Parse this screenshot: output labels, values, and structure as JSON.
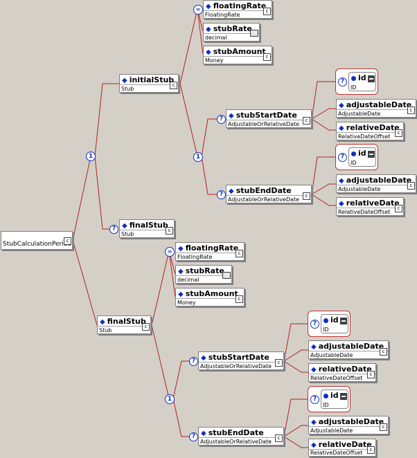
{
  "root": {
    "label": "StubCalculationPeriod"
  },
  "elements": {
    "initialStub": {
      "name": "initialStub",
      "type": "Stub"
    },
    "finalStubOpt": {
      "name": "finalStub",
      "type": "Stub"
    },
    "finalStub": {
      "name": "finalStub",
      "type": "Stub"
    },
    "floatingRate1": {
      "name": "floatingRate",
      "type": "FloatingRate"
    },
    "stubRate1": {
      "name": "stubRate",
      "type": "decimal"
    },
    "stubAmount1": {
      "name": "stubAmount",
      "type": "Money"
    },
    "stubStartDate1": {
      "name": "stubStartDate",
      "type": "AdjustableOrRelativeDate"
    },
    "stubEndDate1": {
      "name": "stubEndDate",
      "type": "AdjustableOrRelativeDate"
    },
    "floatingRate2": {
      "name": "floatingRate",
      "type": "FloatingRate"
    },
    "stubRate2": {
      "name": "stubRate",
      "type": "decimal"
    },
    "stubAmount2": {
      "name": "stubAmount",
      "type": "Money"
    },
    "stubStartDate2": {
      "name": "stubStartDate",
      "type": "AdjustableOrRelativeDate"
    },
    "stubEndDate2": {
      "name": "stubEndDate",
      "type": "AdjustableOrRelativeDate"
    },
    "adjustableDate": {
      "name": "adjustableDate",
      "type": "AdjustableDate"
    },
    "relativeDate": {
      "name": "relativeDate",
      "type": "RelativeDateOffset"
    },
    "id": {
      "name": "id",
      "type": "ID"
    }
  },
  "symbols": {
    "optional": "?",
    "choice": "1",
    "choice_range_top": "1",
    "choice_range_bottom": "∞",
    "complex_icon": "c",
    "simple_icon": "xy"
  }
}
